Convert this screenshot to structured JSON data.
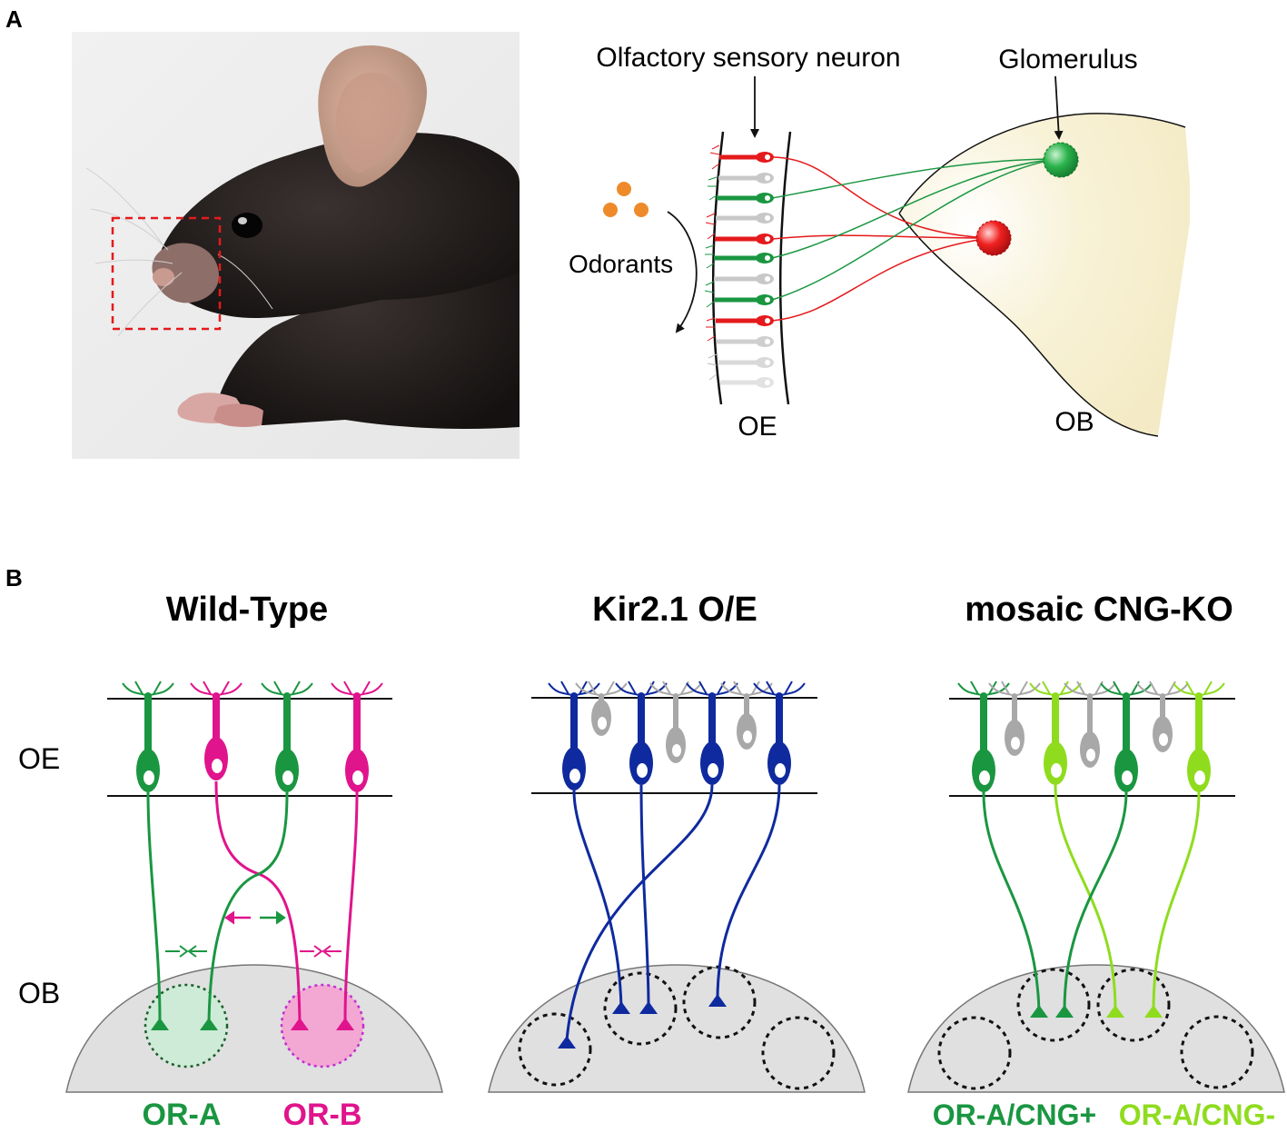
{
  "panel_a": {
    "label": "A",
    "photo_caption": "",
    "labels": {
      "osn": "Olfactory sensory neuron",
      "glomerulus": "Glomerulus",
      "odorants": "Odorants",
      "oe": "OE",
      "ob": "OB"
    }
  },
  "panel_b": {
    "label": "B",
    "titles": {
      "wild_type": "Wild-Type",
      "kir": "Kir2.1 O/E",
      "cng": "mosaic CNG-KO"
    },
    "row_labels": {
      "oe": "OE",
      "ob": "OB"
    },
    "legend": {
      "or_a": "OR-A",
      "or_b": "OR-B",
      "or_a_cng_pos": "OR-A/CNG+",
      "or_a_cng_neg": "OR-A/CNG-"
    }
  },
  "colors": {
    "green": "#1a9641",
    "magenta": "#e0148c",
    "blue": "#0f2a9e",
    "lime": "#8fdc1e",
    "gray": "#a8a8a8",
    "red": "#e41a1c",
    "orange": "#ef8a2a",
    "bulb_fill": "#f7f1d4",
    "ob_fill": "#e0e0e0"
  }
}
